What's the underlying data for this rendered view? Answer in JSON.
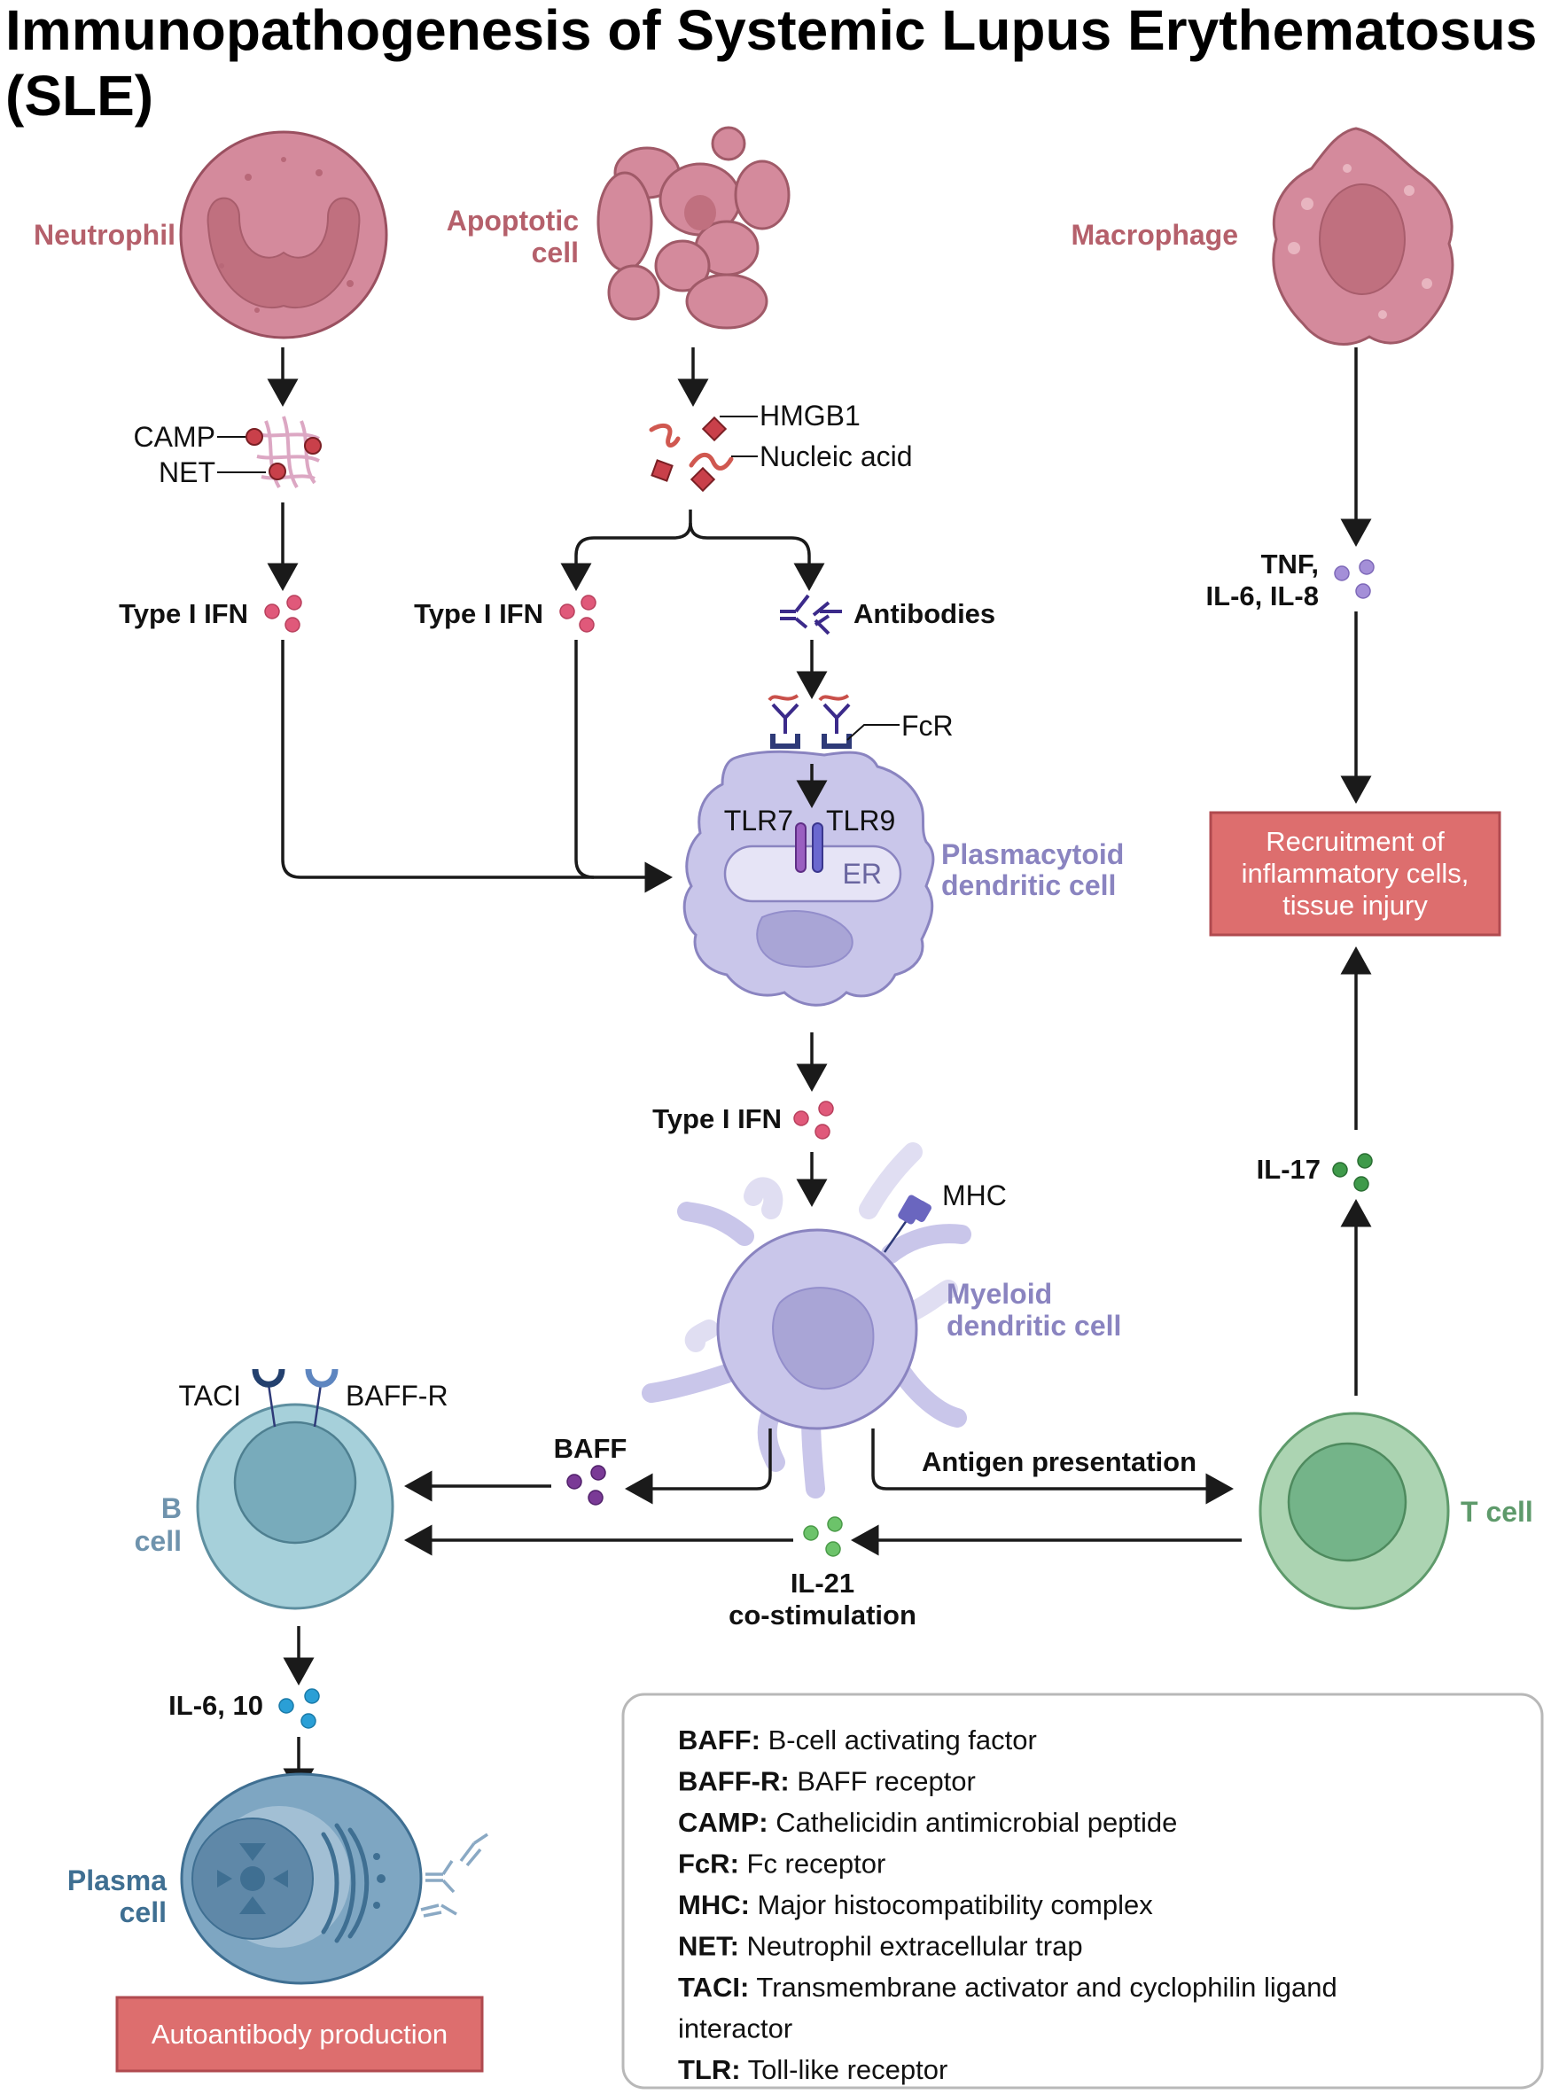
{
  "title": {
    "line1": "Immunopathogenesis of Systemic Lupus Erythematosus",
    "line2": "(SLE)"
  },
  "cells": {
    "neutrophil": "Neutrophil",
    "apoptotic_line1": "Apoptotic",
    "apoptotic_line2": "cell",
    "macrophage": "Macrophage",
    "pdc_line1": "Plasmacytoid",
    "pdc_line2": "dendritic cell",
    "mdc_line1": "Myeloid",
    "mdc_line2": "dendritic cell",
    "bcell_line1": "B",
    "bcell_line2": "cell",
    "tcell": "T cell",
    "plasma_line1": "Plasma",
    "plasma_line2": "cell"
  },
  "labels": {
    "camp": "CAMP",
    "net": "NET",
    "hmgb1": "HMGB1",
    "nucleic_acid": "Nucleic acid",
    "type1_ifn": "Type I IFN",
    "antibodies": "Antibodies",
    "fcr": "FcR",
    "tlr7": "TLR7",
    "tlr9": "TLR9",
    "er": "ER",
    "tnf_line1": "TNF,",
    "tnf_line2": "IL-6, IL-8",
    "mhc": "MHC",
    "il17": "IL-17",
    "taci": "TACI",
    "baff_r": "BAFF-R",
    "baff": "BAFF",
    "antigen_presentation": "Antigen presentation",
    "il21_line1": "IL-21",
    "il21_line2": "co-stimulation",
    "il6_10": "IL-6, 10"
  },
  "outcomes": {
    "recruitment_line1": "Recruitment of",
    "recruitment_line2": "inflammatory cells,",
    "recruitment_line3": "tissue injury",
    "autoantibody": "Autoantibody production"
  },
  "glossary": [
    {
      "abbr": "BAFF:",
      "def": " B-cell activating factor"
    },
    {
      "abbr": "BAFF-R:",
      "def": " BAFF receptor"
    },
    {
      "abbr": "CAMP:",
      "def": " Cathelicidin antimicrobial peptide"
    },
    {
      "abbr": "FcR:",
      "def": " Fc receptor"
    },
    {
      "abbr": "MHC:",
      "def": " Major histocompatibility complex"
    },
    {
      "abbr": "NET:",
      "def": " Neutrophil extracellular trap"
    },
    {
      "abbr": "TACI:",
      "def": " Transmembrane activator and cyclophilin ligand"
    },
    {
      "abbr": "",
      "def": "interactor"
    },
    {
      "abbr": "TLR:",
      "def": " Toll-like receptor"
    }
  ],
  "colors": {
    "outcome_box": "#dd6e6e",
    "ifn_dots": "#e0597a",
    "tnf_dots": "#a48fd8",
    "il17_dots": "#3f9a4a",
    "baff_dots": "#7a3a96",
    "il21_dots": "#6cc36a",
    "il6_10_dots": "#2a9fd6"
  }
}
